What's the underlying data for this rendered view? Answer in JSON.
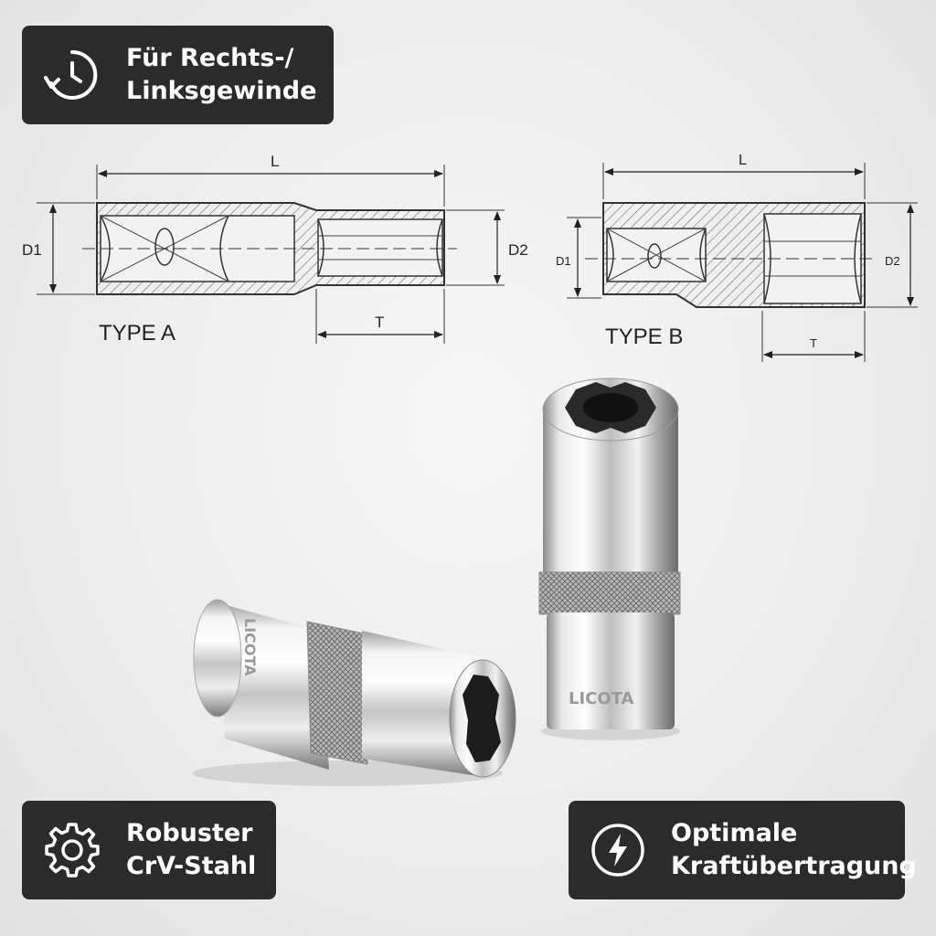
{
  "badges": {
    "thread": {
      "line1": "Für Rechts-/",
      "line2": "Linksgewinde",
      "icon": "clock-rotate-icon"
    },
    "steel": {
      "line1": "Robuster",
      "line2": "CrV-Stahl",
      "icon": "gear-icon"
    },
    "power": {
      "line1": "Optimale",
      "line2": "Kraftübertragung",
      "icon": "lightning-icon"
    }
  },
  "diagram": {
    "type_a": {
      "label": "TYPE A",
      "length": "L",
      "d1": "D1",
      "d2": "D2",
      "t": "T"
    },
    "type_b": {
      "label": "TYPE B",
      "length": "L",
      "d1": "D1",
      "d2": "D2",
      "t": "T"
    }
  },
  "product": {
    "brand_mark": "LICOTA"
  },
  "colors": {
    "badge_bg": "#2b2b2b",
    "badge_text": "#ffffff",
    "drawing": "#333333"
  }
}
